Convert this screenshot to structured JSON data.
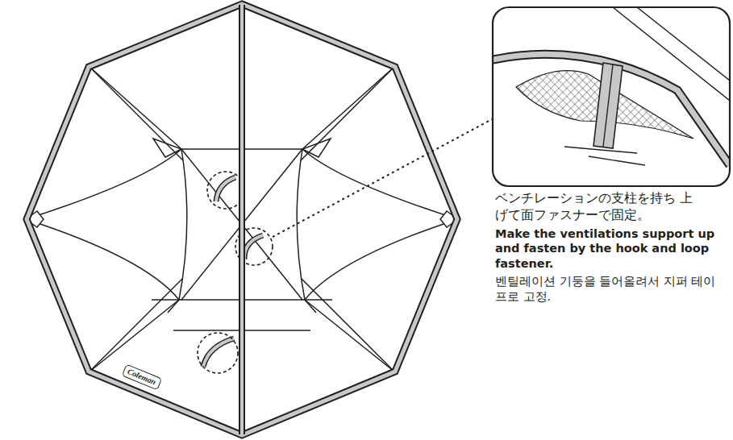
{
  "diagram": {
    "nodes": [
      {
        "text": [
          "Coleman"
        ]
      }
    ],
    "labels": [
      "ベンチレーションの支柱を持ち 上げて面ファスナーで固定。",
      "Make the ventilations support up and fasten by the hook and loop fastener.",
      "벤틸레이션 기둥을 들어올려서 지퍼 테이프로 고정."
    ]
  }
}
